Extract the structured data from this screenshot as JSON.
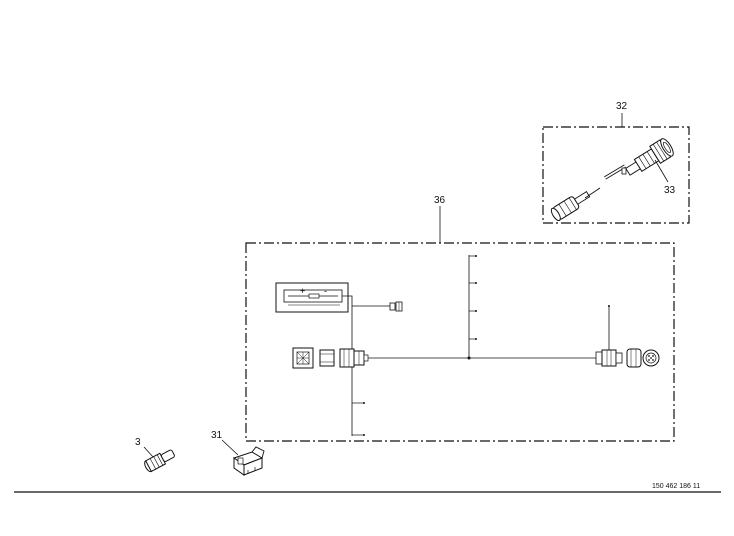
{
  "callouts": {
    "c3": "3",
    "c31": "31",
    "c32": "32",
    "c33": "33",
    "c36": "36"
  },
  "battery_symbols": {
    "plus": "+",
    "minus": "-"
  },
  "document_number": "150 462 186 11",
  "colors": {
    "line": "#111111",
    "background": "#ffffff"
  }
}
